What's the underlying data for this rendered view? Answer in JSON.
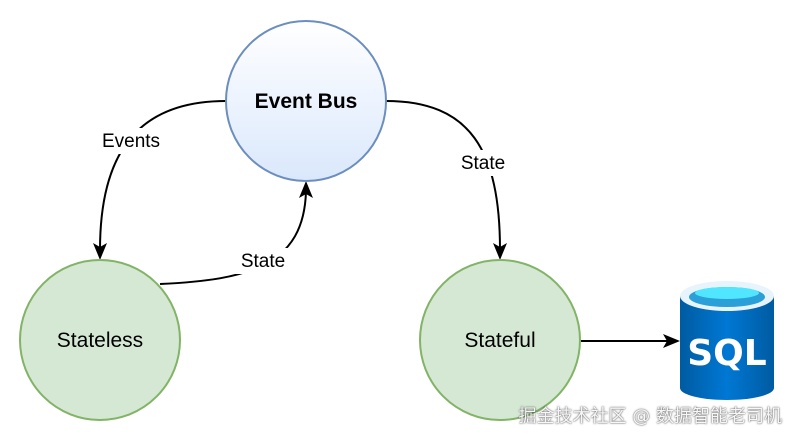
{
  "nodes": {
    "event_bus": {
      "label": "Event Bus",
      "fill": "#dae8fc",
      "stroke": "#6c8ebf"
    },
    "stateless": {
      "label": "Stateless",
      "fill": "#d5e8d4",
      "stroke": "#82b366"
    },
    "stateful": {
      "label": "Stateful",
      "fill": "#d5e8d4",
      "stroke": "#82b366"
    },
    "database": {
      "label": "SQL",
      "icon": "azure-sql-database-icon",
      "color": "#0072c6"
    }
  },
  "edges": [
    {
      "from": "Event Bus",
      "to": "Stateless",
      "label": "Events"
    },
    {
      "from": "Stateless",
      "to": "Event Bus",
      "label": "State"
    },
    {
      "from": "Event Bus",
      "to": "Stateful",
      "label": "State"
    },
    {
      "from": "Stateful",
      "to": "SQL",
      "label": ""
    }
  ],
  "watermark": "掘金技术社区 @ 数据智能老司机"
}
